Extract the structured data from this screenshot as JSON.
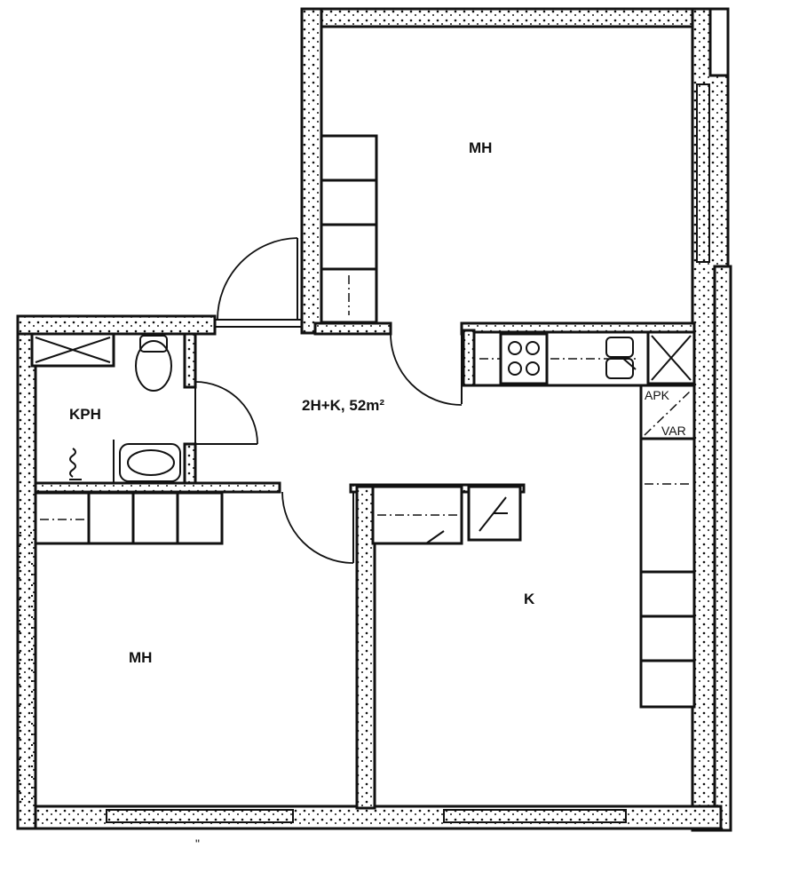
{
  "plan": {
    "apartment_label": "2H+K, 52m²",
    "rooms": {
      "bedroom_top": "MH",
      "bedroom_bottom": "MH",
      "bathroom": "KPH",
      "kitchen": "K"
    },
    "closets": {
      "apk": "APK",
      "var": "VAR"
    },
    "caption": "\""
  }
}
